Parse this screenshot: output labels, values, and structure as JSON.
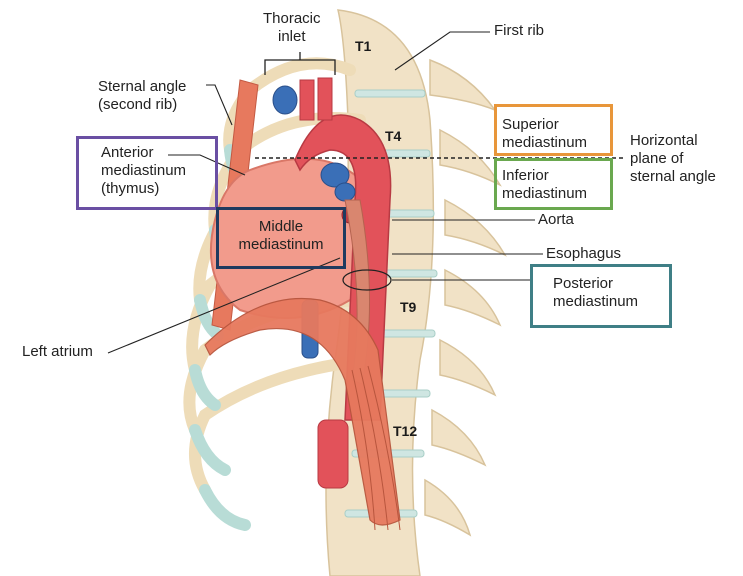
{
  "labels": {
    "thoracic_inlet": [
      "Thoracic",
      "inlet"
    ],
    "first_rib": "First rib",
    "sternal_angle": [
      "Sternal angle",
      "(second rib)"
    ],
    "anterior_mediastinum": [
      "Anterior",
      "mediastinum",
      "(thymus)"
    ],
    "superior_mediastinum": [
      "Superior",
      "mediastinum"
    ],
    "inferior_mediastinum": [
      "Inferior",
      "mediastinum"
    ],
    "horizontal_plane": [
      "Horizontal",
      "plane of",
      "sternal angle"
    ],
    "middle_mediastinum": [
      "Middle",
      "mediastinum"
    ],
    "aorta": "Aorta",
    "esophagus": "Esophagus",
    "posterior_mediastinum": [
      "Posterior",
      "mediastinum"
    ],
    "left_atrium": "Left atrium"
  },
  "vertebrae": [
    "T1",
    "T4",
    "T9",
    "T12"
  ],
  "colors": {
    "anterior_box": "#6a4fa3",
    "superior_box": "#e8963a",
    "inferior_box": "#6aa84f",
    "middle_box": "#1f3a5f",
    "posterior_box": "#3f7f86",
    "heart": "#f29b8c",
    "aorta": "#e2525a",
    "vein": "#3a6fb7",
    "bone": "#f1e2c6",
    "cartilage": "#b8dcd6",
    "muscle": "#e7795e"
  }
}
